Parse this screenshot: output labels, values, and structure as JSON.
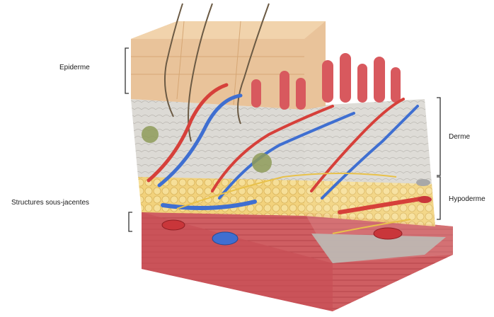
{
  "labels": {
    "epiderme": "Epiderme",
    "derme": "Derme",
    "hypoderme": "Hypoderme",
    "structures": "Structures sous-jacentes"
  },
  "colors": {
    "background": "#ffffff",
    "epidermis": "#e9c39a",
    "dermis": "#d9d7d2",
    "fat": "#f2d27c",
    "muscle": "#c9555a",
    "artery": "#d6403a",
    "vein": "#3f6fd1",
    "nerve": "#e8c14a",
    "papilla": "#d8595e",
    "bracket": "#333333"
  },
  "icons": {
    "hair": "hair-shaft-icon",
    "papillae": "dermal-papilla-icon",
    "vessels": "blood-vessel-icon"
  }
}
